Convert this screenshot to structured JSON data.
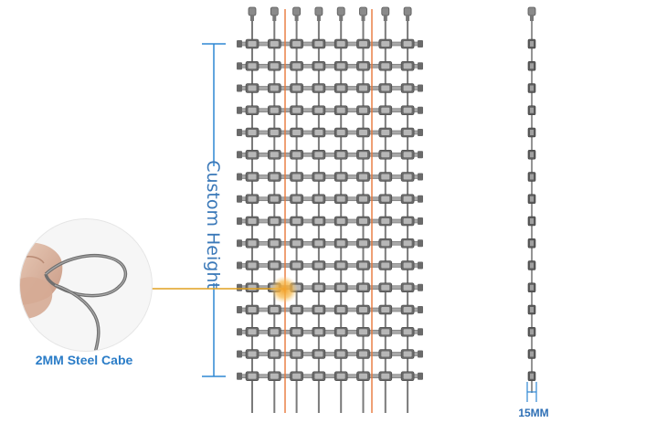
{
  "labels": {
    "custom_height": "Custom Height",
    "cable": "2MM Steel Cabe",
    "pixel_width": "15MM"
  },
  "mesh": {
    "columns": 8,
    "rows": 16
  },
  "side_view": {
    "pixels": 16
  },
  "colors": {
    "dimension_line": "#2f87d3",
    "guide_line": "#e8773a",
    "leader_line": "#e0a020",
    "cable": "#7a7a7a",
    "pixel_body": "#6a6a6a",
    "pixel_face": "#b7b7b7",
    "text_blue": "#2a7cc7"
  }
}
